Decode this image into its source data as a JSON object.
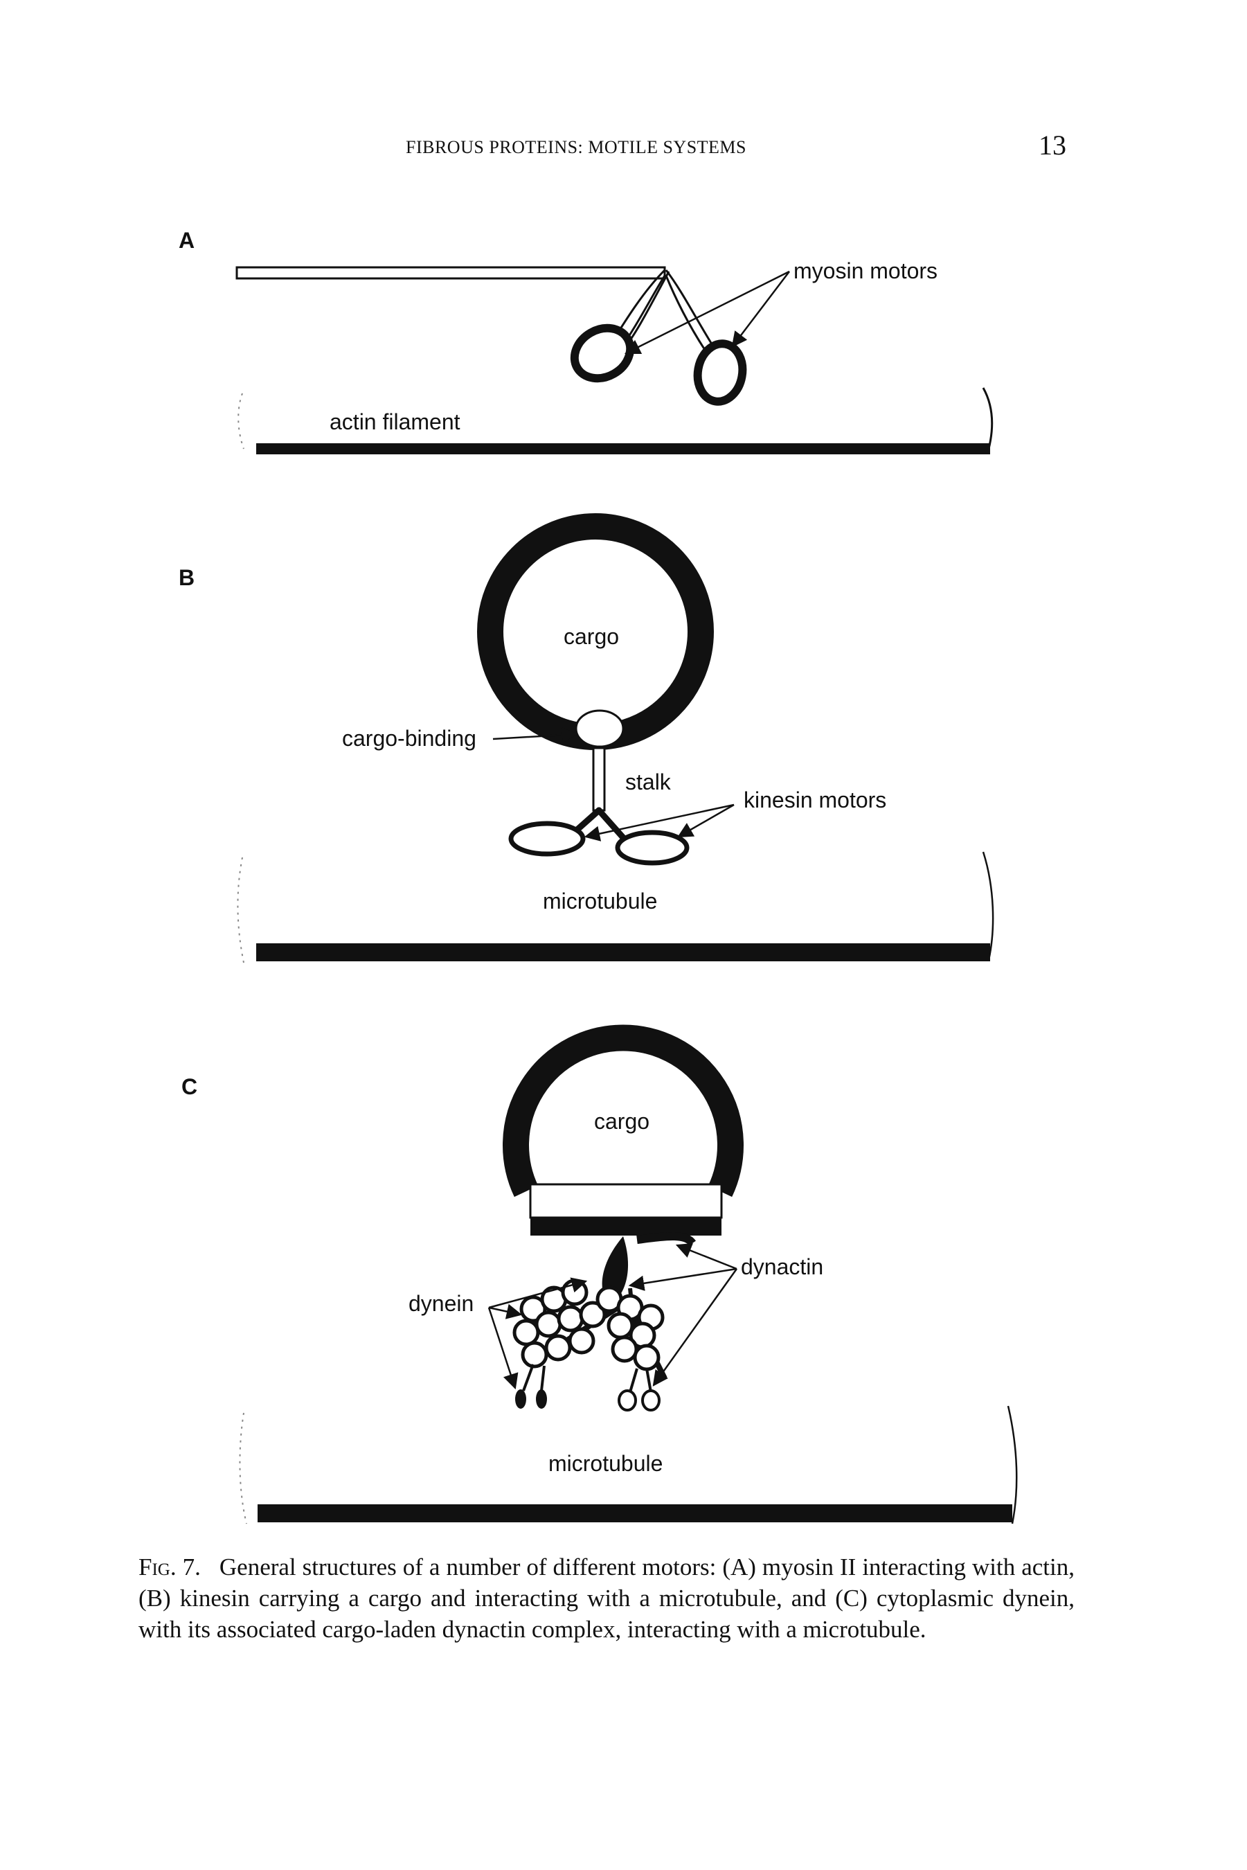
{
  "header": {
    "running_head": "FIBROUS PROTEINS: MOTILE SYSTEMS",
    "page_number": "13"
  },
  "figure": {
    "panel_a": {
      "letter": "A",
      "label_myosin": "myosin motors",
      "label_filament": "actin filament"
    },
    "panel_b": {
      "letter": "B",
      "label_cargo": "cargo",
      "label_cargo_binding": "cargo-binding",
      "label_stalk": "stalk",
      "label_kinesin": "kinesin motors",
      "label_microtubule": "microtubule"
    },
    "panel_c": {
      "letter": "C",
      "label_cargo": "cargo",
      "label_dynactin": "dynactin",
      "label_dynein": "dynein",
      "label_microtubule": "microtubule"
    }
  },
  "caption": {
    "label": "Fig. 7.",
    "text": "General structures of a number of different motors: (A) myosin II interacting with actin, (B) kinesin carrying a cargo and interacting with a microtubule, and (C) cytoplasmic dynein, with its associated cargo-laden dynactin complex, interacting with a microtubule."
  }
}
